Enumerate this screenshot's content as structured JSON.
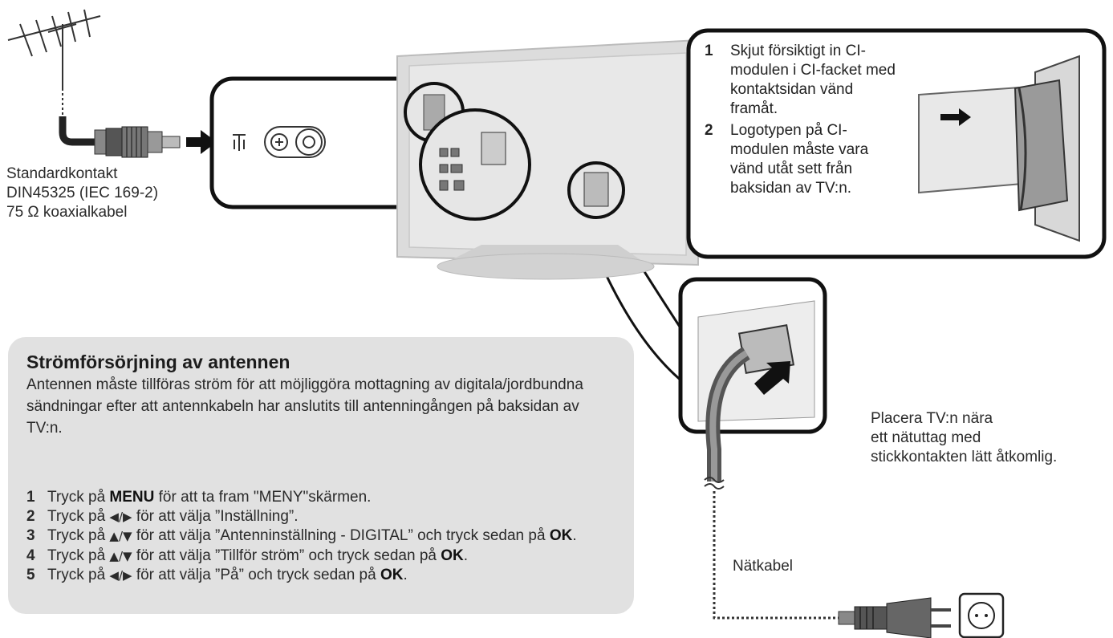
{
  "antenna_caption": {
    "line1": "Standardkontakt",
    "line2": "DIN45325 (IEC 169-2)",
    "line3": "75 Ω koaxialkabel"
  },
  "ci_module": {
    "steps": [
      {
        "num": "1",
        "text": "Skjut försiktigt in CI-modulen i CI-facket med kontaktsidan vänd framåt."
      },
      {
        "num": "2",
        "text": "Logotypen på CI-modulen måste vara vänd utåt sett från baksidan av TV:n."
      }
    ]
  },
  "power_box": {
    "title": "Strömförsörjning av antennen",
    "description": "Antennen måste tillföras ström för att möjliggöra mottagning av digitala/jordbundna sändningar efter att antennkabeln har anslutits till antenningången på baksidan av TV:n.",
    "steps": [
      {
        "num": "1",
        "pre": "Tryck på ",
        "bold": "MENU",
        "mid": " för att ta fram \"MENY\"skärmen.",
        "sym": "",
        "post": "",
        "bold2": ""
      },
      {
        "num": "2",
        "pre": "Tryck på ",
        "bold": "",
        "sym": "◀/▶",
        "mid": " för att välja ”Inställning”.",
        "post": "",
        "bold2": ""
      },
      {
        "num": "3",
        "pre": "Tryck på ",
        "bold": "",
        "sym": "▲/▼",
        "mid": " för att välja ”Antenninställning - DIGITAL” och tryck sedan på ",
        "bold2": "OK",
        "post": "."
      },
      {
        "num": "4",
        "pre": "Tryck på ",
        "bold": "",
        "sym": "▲/▼",
        "mid": " för att välja ”Tillför ström” och tryck sedan på ",
        "bold2": "OK",
        "post": "."
      },
      {
        "num": "5",
        "pre": "Tryck på ",
        "bold": "",
        "sym": "◀/▶",
        "mid": " för att välja ”På” och tryck sedan på ",
        "bold2": "OK",
        "post": "."
      }
    ]
  },
  "outlet_caption": {
    "line1": "Placera TV:n nära",
    "line2": "ett nätuttag med",
    "line3": "stickkontakten lätt åtkomlig."
  },
  "power_cable_label": "Nätkabel"
}
